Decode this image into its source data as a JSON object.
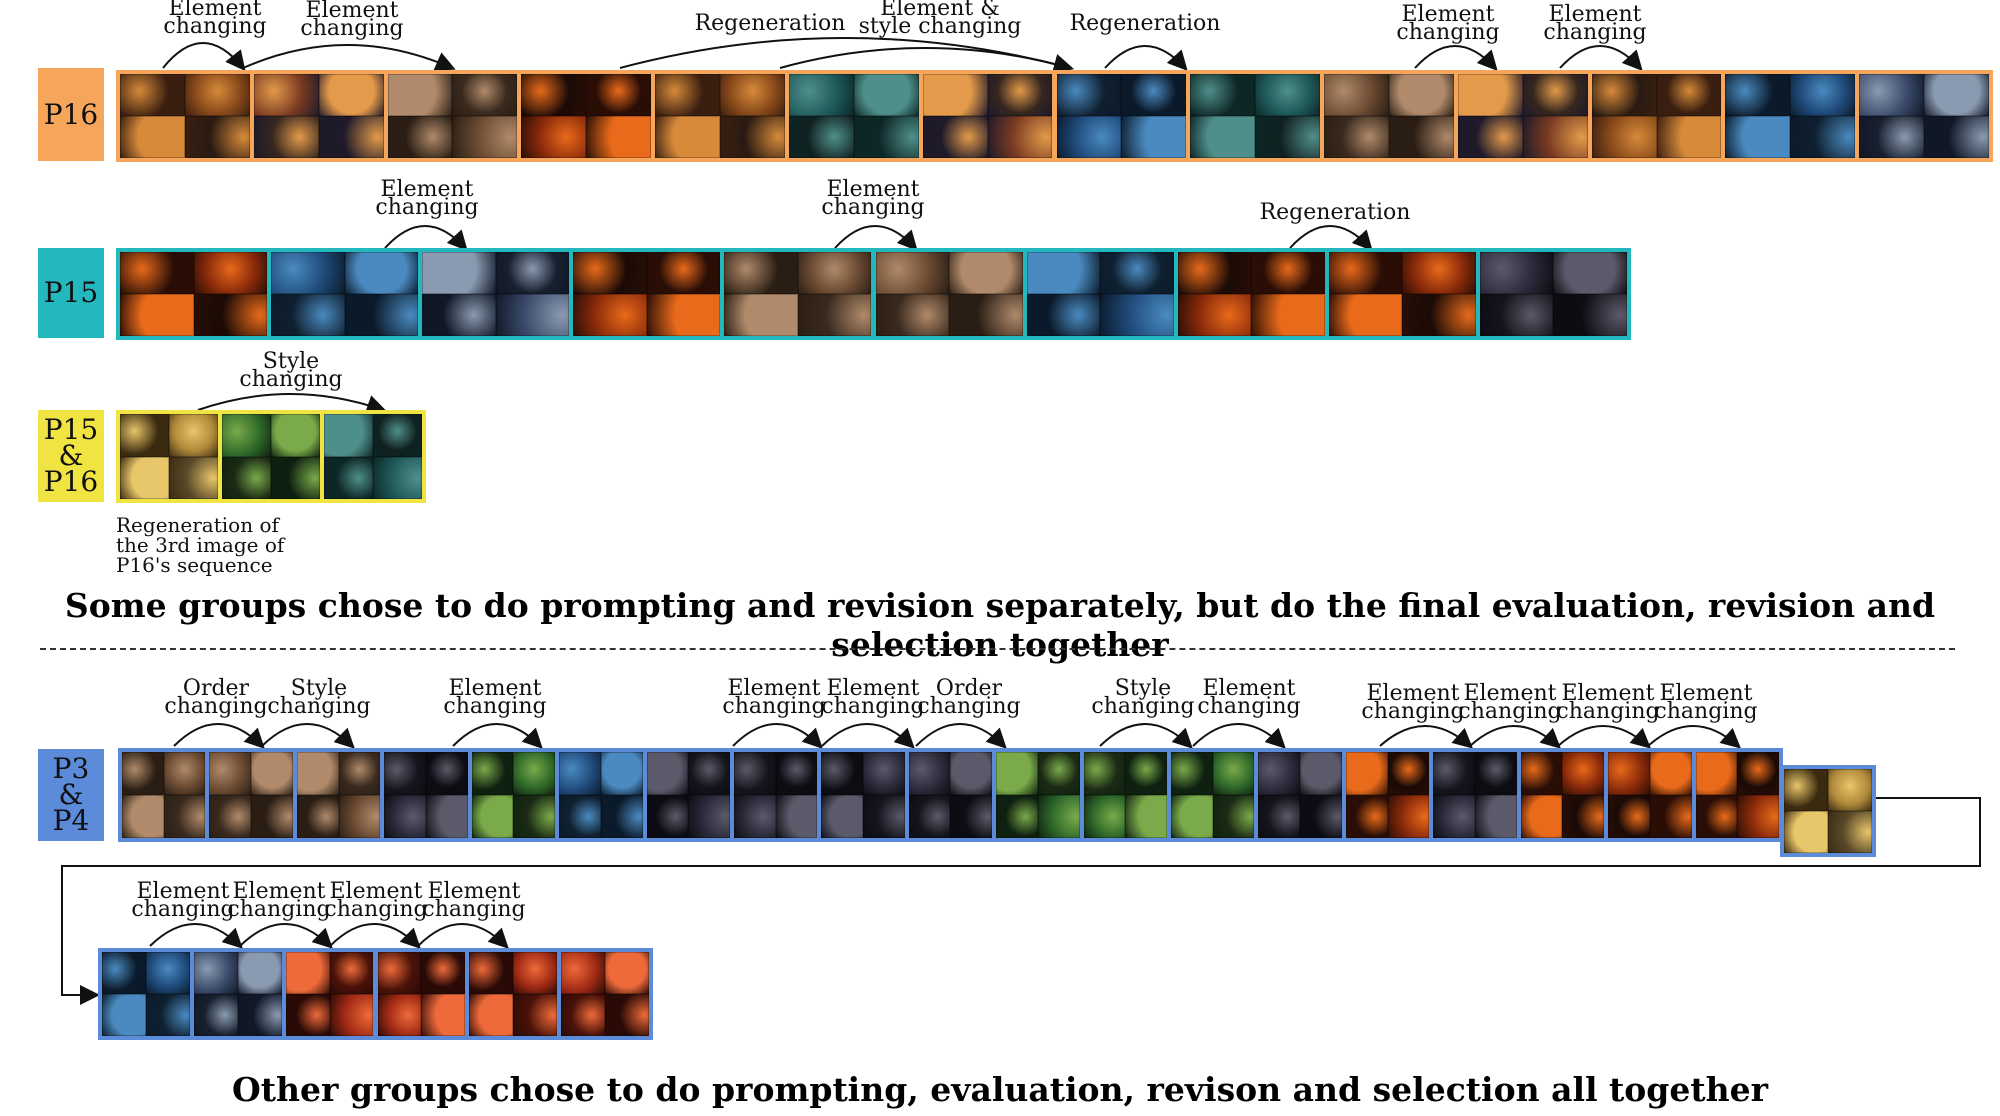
{
  "rows": {
    "p16": {
      "tag": "P16",
      "color": "#f6a65a",
      "annotations": [
        "Element changing",
        "Element changing",
        "Regeneration",
        "Element & style changing",
        "Regeneration",
        "Element changing",
        "Element changing"
      ]
    },
    "p15": {
      "tag": "P15",
      "color": "#22b8bd",
      "annotations": [
        "Element changing",
        "Element changing",
        "Regeneration"
      ]
    },
    "p15p16": {
      "tag": "P15\n&\nP16",
      "color": "#f0e442",
      "annotations": [
        "Style changing"
      ],
      "note": "Regeneration of\nthe 3rd image of\nP16's sequence"
    },
    "p3p4": {
      "tag": "P3\n&\nP4",
      "color": "#5b8bd9",
      "annotations": [
        "Order changing",
        "Style changing",
        "Element changing",
        "Element changing",
        "Element changing",
        "Order changing",
        "Style changing",
        "Element changing",
        "Element changing",
        "Element changing",
        "Element changing",
        "Element changing"
      ],
      "annotations_row2": [
        "Element changing",
        "Element changing",
        "Element changing",
        "Element changing"
      ]
    }
  },
  "headings": {
    "separate": "Some groups chose to do prompting and revision separately, but do the final evaluation, revision and selection together",
    "together": "Other groups chose to do prompting, evaluation, revison and selection all together"
  }
}
